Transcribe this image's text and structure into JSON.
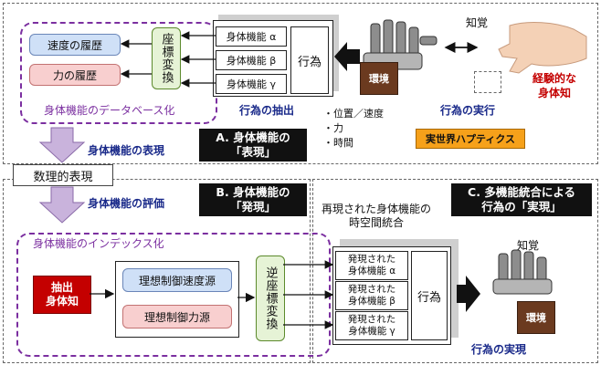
{
  "top": {
    "speed_history": "速度の履歴",
    "force_history": "力の履歴",
    "coordinate_transform": "座標変換",
    "function_alpha": "身体機能 α",
    "function_beta": "身体機能 β",
    "function_gamma": "身体機能 γ",
    "action": "行為",
    "database_label": "身体機能のデータベース化",
    "environment": "環境",
    "perception": "知覚",
    "experiential_label": "経験的な\n身体知",
    "extraction_label": "行為の抽出",
    "execution_label": "行為の実行",
    "bullets": [
      "・位置／速度",
      "・力",
      "・時間"
    ],
    "real_world_haptics": "実世界ハプティクス"
  },
  "middle": {
    "representation_label": "身体機能の表現",
    "box_a": "A. 身体機能の\n「表現」",
    "math_representation": "数理的表現",
    "evaluation_label": "身体機能の評価",
    "box_b": "B. 身体機能の\n「発現」",
    "box_c": "C. 多機能統合による\n行為の「実現」",
    "reproduced_label": "再現された身体機能の\n時空間統合"
  },
  "bottom": {
    "index_label": "身体機能のインデックス化",
    "extracted_knowledge": "抽出\n身体知",
    "ideal_velocity_source": "理想制御速度源",
    "ideal_force_source": "理想制御力源",
    "inverse_transform": "逆座標変換",
    "expressed_alpha": "発現された\n身体機能 α",
    "expressed_beta": "発現された\n身体機能 β",
    "expressed_gamma": "発現された\n身体機能 γ",
    "action": "行為",
    "perception": "知覚",
    "environment": "環境",
    "realization_label": "行為の実現"
  },
  "colors": {
    "purple": "#7b2fa0",
    "navy_text": "#1a2a8a",
    "green_fill": "#e6f3d6",
    "blue_fill": "#cfe0f7",
    "pink_fill": "#f8cfcf",
    "red": "#c40000",
    "orange": "#f6a11a",
    "arrow_lavender": "#c9b3dc"
  }
}
